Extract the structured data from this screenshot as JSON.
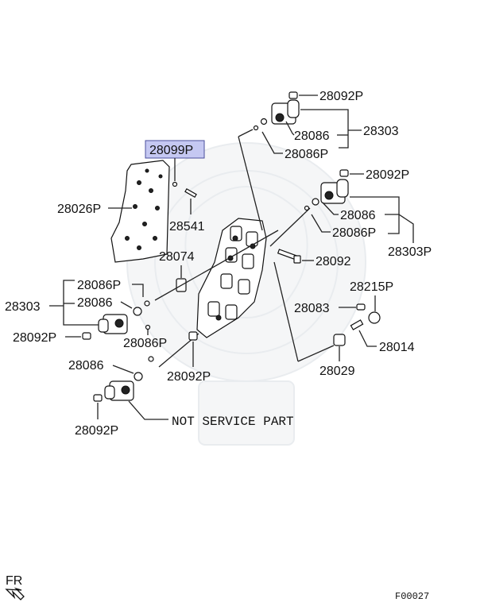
{
  "highlight_color": "#c5c8f2",
  "labels": {
    "l28099P": "28099P",
    "l28026P": "28026P",
    "l28541": "28541",
    "l28074": "28074",
    "l28092P_top": "28092P",
    "l28086_top": "28086",
    "l28303_top": "28303",
    "l28086P_top": "28086P",
    "l28092P_mid": "28092P",
    "l28086_mid": "28086",
    "l28086P_mid": "28086P",
    "l28303P": "28303P",
    "l28092": "28092",
    "l28215P": "28215P",
    "l28083": "28083",
    "l28014": "28014",
    "l28029": "28029",
    "l28086P_left": "28086P",
    "l28303_left": "28303",
    "l28086_left": "28086",
    "l28092P_left": "28092P",
    "l28086P_left2": "28086P",
    "l28086_low": "28086",
    "l28092P_low": "28092P",
    "l28092P_bottom": "28092P",
    "not_service": "NOT SERVICE PART",
    "fr": "FR",
    "code": "F00027"
  },
  "icons": [
    "fr-arrow-icon",
    "solenoid-valve-icon",
    "o-ring-icon",
    "bolt-icon",
    "valve-body-icon",
    "separator-plate-icon"
  ]
}
